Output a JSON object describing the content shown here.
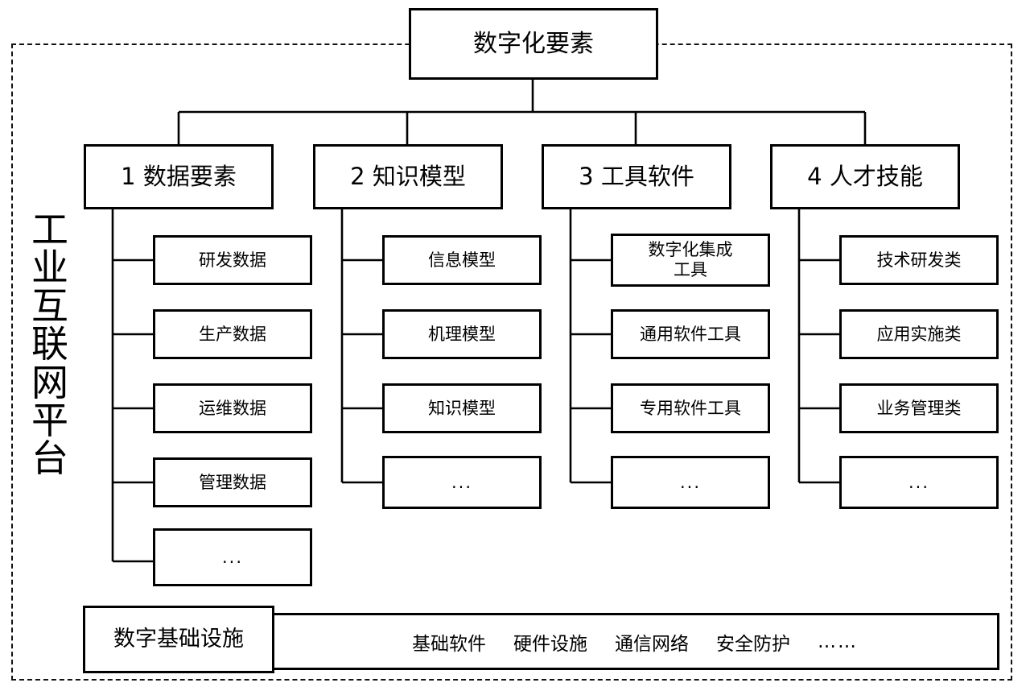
{
  "diagram": {
    "platform_label": "工业互联网平台",
    "platform_label_chars": [
      "工",
      "业",
      "互",
      "联",
      "网",
      "平",
      "台"
    ],
    "root": {
      "label": "数字化要素"
    },
    "categories": [
      {
        "id": "data-elements",
        "label": "1 数据要素",
        "children": [
          {
            "label": "研发数据"
          },
          {
            "label": "生产数据"
          },
          {
            "label": "运维数据"
          },
          {
            "label": "管理数据"
          },
          {
            "label": "..."
          }
        ]
      },
      {
        "id": "knowledge-models",
        "label": "2 知识模型",
        "children": [
          {
            "label": "信息模型"
          },
          {
            "label": "机理模型"
          },
          {
            "label": "知识模型"
          },
          {
            "label": "..."
          }
        ]
      },
      {
        "id": "tool-software",
        "label": "3 工具软件",
        "children": [
          {
            "label": "数字化集成\n工具"
          },
          {
            "label": "通用软件工具"
          },
          {
            "label": "专用软件工具"
          },
          {
            "label": "..."
          }
        ]
      },
      {
        "id": "talent-skills",
        "label": "4 人才技能",
        "children": [
          {
            "label": "技术研发类"
          },
          {
            "label": "应用实施类"
          },
          {
            "label": "业务管理类"
          },
          {
            "label": "..."
          }
        ]
      }
    ],
    "infrastructure": {
      "label": "数字基础设施",
      "items": [
        "基础软件",
        "硬件设施",
        "通信网络",
        "安全防护",
        "……"
      ]
    },
    "colors": {
      "line": "#000000",
      "box_fill": "#ffffff",
      "boundary": "#111111",
      "text": "#000000"
    }
  }
}
